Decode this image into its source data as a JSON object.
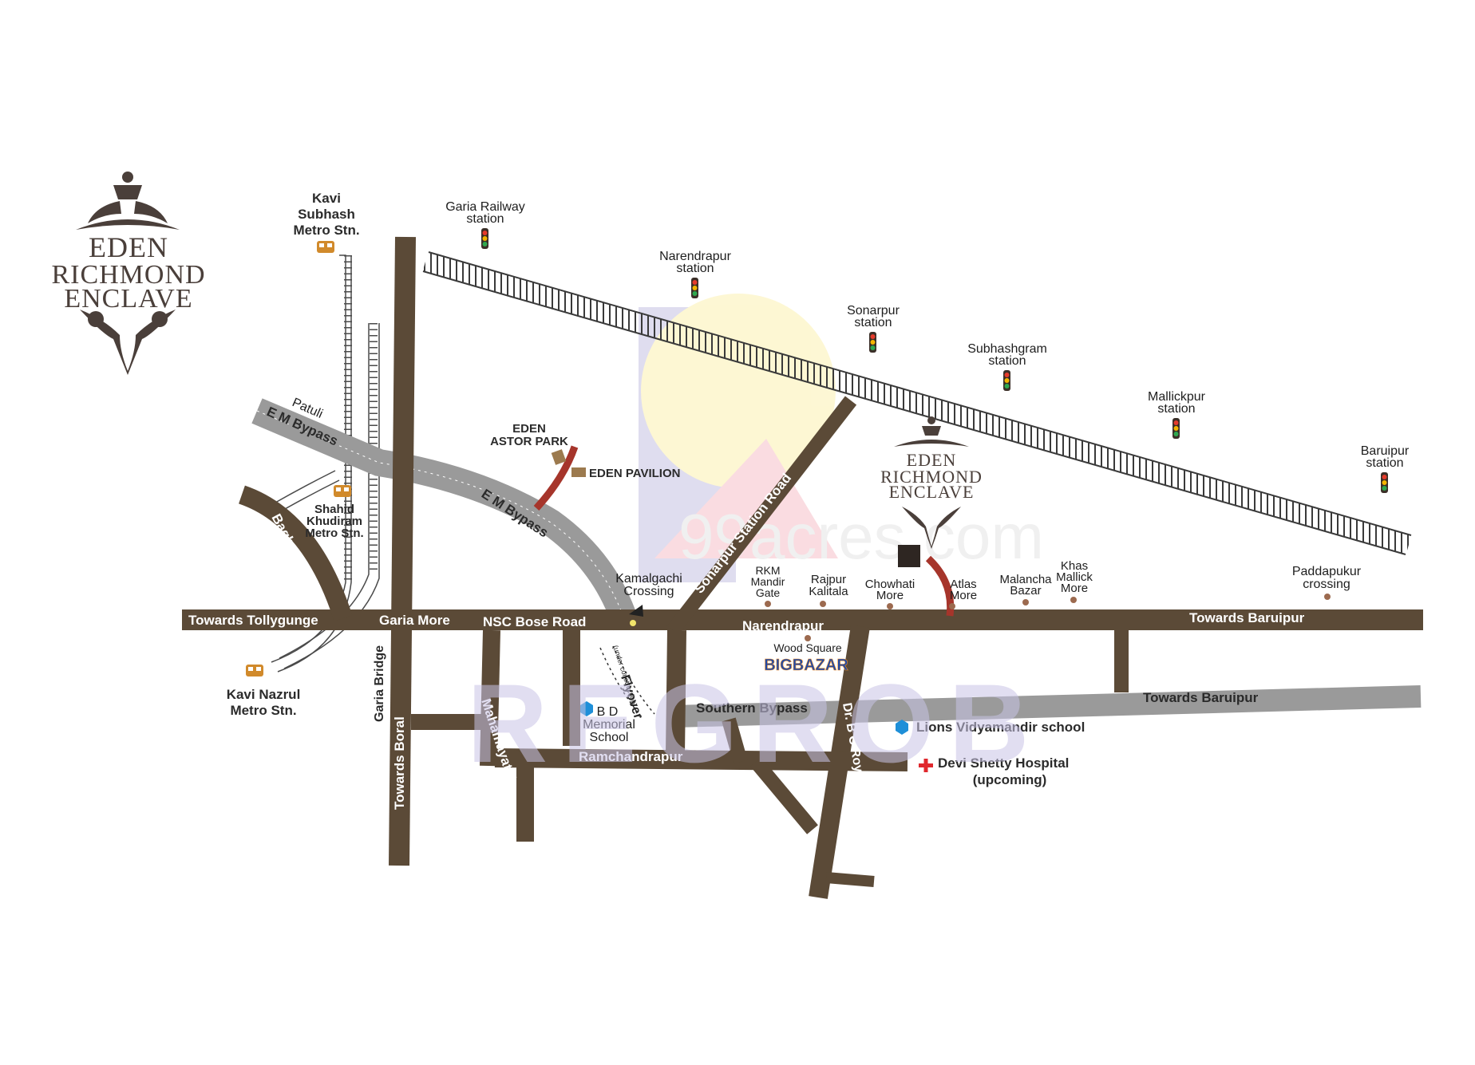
{
  "brand": {
    "line1": "EDEN",
    "line2": "RICHMOND",
    "line3": "ENCLAVE"
  },
  "metro": {
    "kavi_subhash": [
      "Kavi",
      "Subhash",
      "Metro Stn."
    ],
    "shahid_khudiram": [
      "Shahid",
      "Khudiram",
      "Metro Stn."
    ],
    "kavi_nazrul": [
      "Kavi Nazrul",
      "Metro Stn."
    ]
  },
  "stations": {
    "garia": [
      "Garia Railway",
      "station"
    ],
    "narendrapur": [
      "Narendrapur",
      "station"
    ],
    "sonarpur": [
      "Sonarpur",
      "station"
    ],
    "subhashgram": [
      "Subhashgram",
      "station"
    ],
    "mallickpur": [
      "Mallickpur",
      "station"
    ],
    "baruipur": [
      "Baruipur",
      "station"
    ]
  },
  "roads": {
    "patuli": "Patuli",
    "em_bypass_1": "E M Bypass",
    "em_bypass_2": "E M Bypass",
    "bagha_jatin": "Bagha Jatin",
    "towards_tollygunge": "Towards Tollygunge",
    "garia_more": "Garia More",
    "nsc_bose": "NSC Bose Road",
    "narendrapur": "Narendrapur",
    "towards_baruipur_1": "Towards Baruipur",
    "towards_baruipur_2": "Towards Baruipur",
    "sonarpur_station_road": "Sonarpur Station Road",
    "southern_bypass": "Southern Bypass",
    "garia_bridge": "Garia Bridge",
    "towards_boral": "Towards Boral",
    "mahamayatala": "Mahamayatala",
    "ramchandrapur": "Ramchandrapur",
    "dr_bc_roy": "Dr. B C Roy Road",
    "flyover": "Flyover",
    "flyover_note": "(under construction)"
  },
  "places": {
    "eden_astor": [
      "EDEN",
      "ASTOR PARK"
    ],
    "eden_pavilion": "EDEN PAVILION",
    "kamalgachi": [
      "Kamalgachi",
      "Crossing"
    ],
    "rkm": [
      "RKM",
      "Mandir",
      "Gate"
    ],
    "rajpur": [
      "Rajpur",
      "Kalitala"
    ],
    "chowhati": [
      "Chowhati",
      "More"
    ],
    "atlas": [
      "Atlas",
      "More"
    ],
    "malancha": [
      "Malancha",
      "Bazar"
    ],
    "khas_mallick": [
      "Khas",
      "Mallick",
      "More"
    ],
    "paddapukur": [
      "Paddapukur",
      "crossing"
    ],
    "wood_square": "Wood Square",
    "big_bazar": "BIGBAZAR",
    "bd_memorial": [
      "B D",
      "Memorial",
      "School"
    ],
    "lions": "Lions Vidyamandir school",
    "devi_shetty": [
      "Devi Shetty Hospital",
      "(upcoming)"
    ]
  },
  "watermarks": {
    "main": "99acres.com",
    "lower": "REGROB"
  },
  "colors": {
    "road": "#5b4a37",
    "bypass": "#9a9a9a",
    "connector": "#a6352b",
    "rail": "#3a3a3a",
    "dot": "#9c6a4f",
    "project": "#3a2f2a"
  }
}
